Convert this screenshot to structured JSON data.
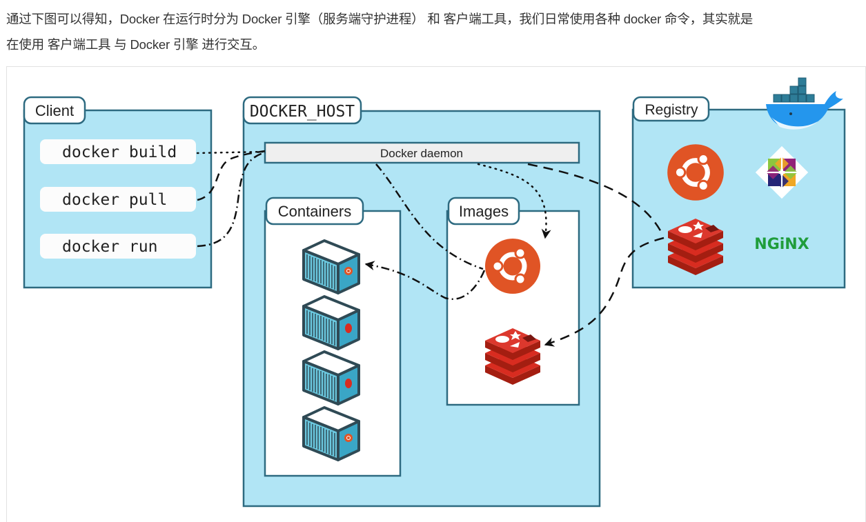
{
  "paragraph": {
    "line1": "通过下图可以得知，Docker 在运行时分为 Docker 引擎（服务端守护进程） 和 客户端工具，我们日常使用各种 docker 命令，其实就是",
    "line2": "在使用 客户端工具 与 Docker 引擎 进行交互。"
  },
  "diagram": {
    "client": {
      "title": "Client",
      "commands": [
        "docker build",
        "docker pull",
        "docker run"
      ]
    },
    "docker_host": {
      "title": "DOCKER_HOST",
      "daemon_label": "Docker daemon",
      "containers": {
        "title": "Containers",
        "items": [
          {
            "name": "container-ubuntu",
            "badge": "ubuntu"
          },
          {
            "name": "container-redis",
            "badge": "redis"
          },
          {
            "name": "container-redis",
            "badge": "redis"
          },
          {
            "name": "container-ubuntu",
            "badge": "ubuntu"
          }
        ]
      },
      "images": {
        "title": "Images",
        "items": [
          "ubuntu",
          "redis"
        ]
      }
    },
    "registry": {
      "title": "Registry",
      "items": [
        "ubuntu",
        "centos",
        "redis",
        "nginx"
      ],
      "nginx_text": "NGiNX"
    },
    "colors": {
      "panel_fill": "#b1e5f5",
      "panel_border": "#2d6a80",
      "daemon_fill": "#efefef",
      "ubuntu": "#e05425",
      "redis": "#d82c20",
      "nginx": "#1f9d3b",
      "docker_whale": "#2496ed"
    }
  }
}
